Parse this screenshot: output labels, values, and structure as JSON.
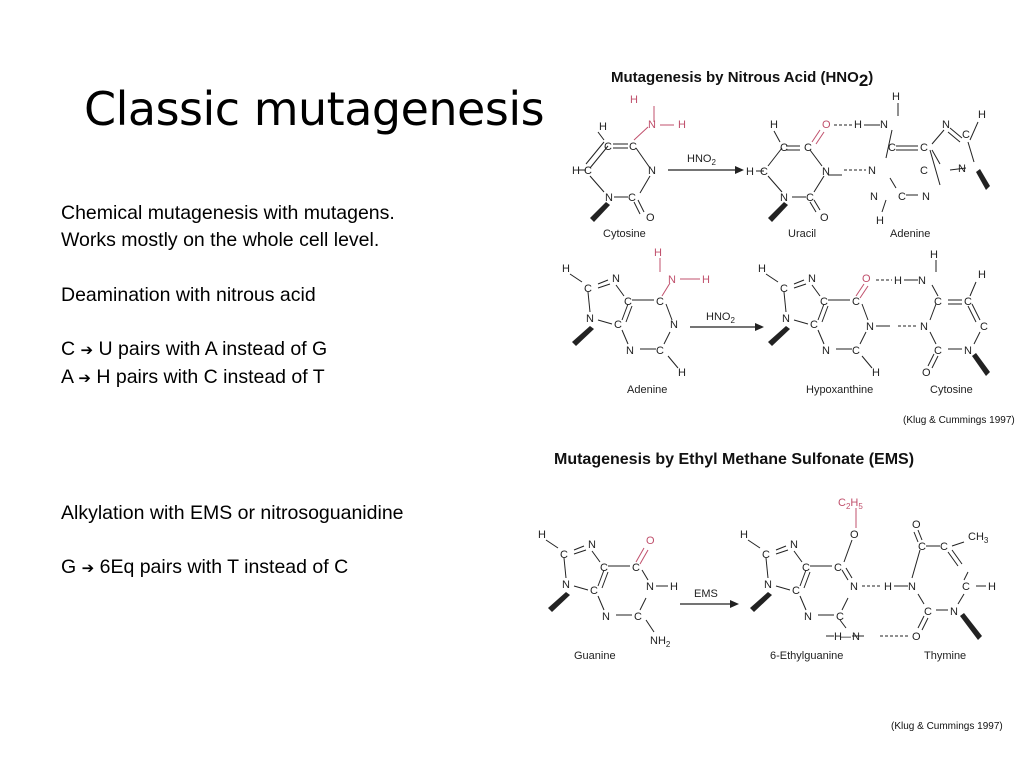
{
  "slide": {
    "title": "Classic mutagenesis",
    "lines": {
      "l1": "Chemical mutagenesis with mutagens.",
      "l2": "Works mostly on the whole cell level.",
      "l3": "Deamination with nitrous acid",
      "l4_from": "C",
      "l4_to": "U  pairs with A instead of G",
      "l5_from": "A",
      "l5_to": "H pairs with C instead of T",
      "l6": "Alkylation with EMS or nitrosoguanidine",
      "l7_from": "G",
      "l7_to": "6Eq pairs with T instead of C"
    }
  },
  "figures": {
    "nitrous": {
      "title_main": "Mutagenesis by Nitrous Acid (HNO",
      "title_sub": "2",
      "title_end": ")",
      "reagent_main": "HNO",
      "reagent_sub": "2",
      "row1": {
        "reactant": "Cytosine",
        "product": "Uracil",
        "partner": "Adenine"
      },
      "row2": {
        "reactant": "Adenine",
        "product": "Hypoxanthine",
        "partner": "Cytosine"
      },
      "citation": "(Klug & Cummings 1997)"
    },
    "ems": {
      "title": "Mutagenesis by Ethyl Methane Sulfonate (EMS)",
      "reagent": "EMS",
      "reactant": "Guanine",
      "product": "6-Ethylguanine",
      "partner": "Thymine",
      "citation": "(Klug & Cummings 1997)"
    }
  },
  "colors": {
    "text": "#000000",
    "modified_group": "#c0506c",
    "background": "#ffffff"
  }
}
